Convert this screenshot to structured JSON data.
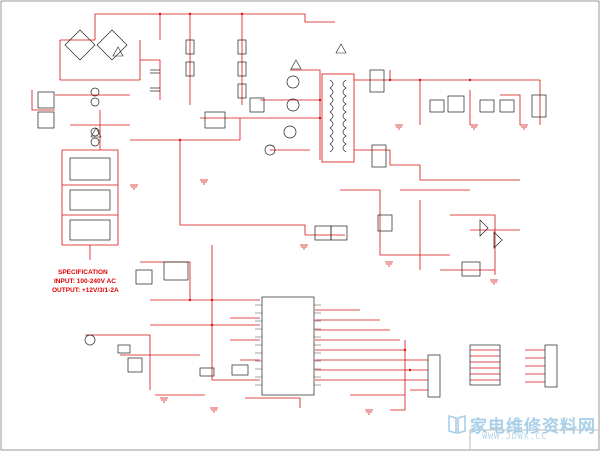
{
  "specification": {
    "title": "SPECIFICATION",
    "input": "INPUT: 100-240V AC",
    "output": "OUTPUT: +12V/3/1-2A"
  },
  "watermark": {
    "text": "家电维修资料网",
    "url": "WWW.JDWX.CC"
  },
  "colors": {
    "wire": "#d81010",
    "component": "#202020",
    "background": "#ffffff",
    "spec_text": "#e00000",
    "watermark": "#a9d0e8"
  }
}
